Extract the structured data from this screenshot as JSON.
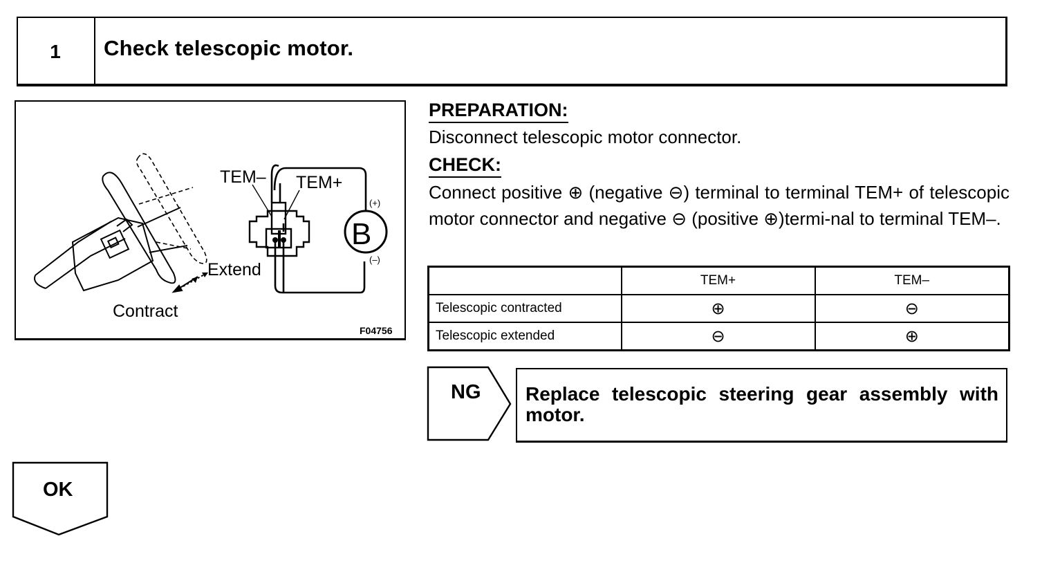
{
  "step": {
    "number": "1",
    "title": "Check telescopic motor."
  },
  "figure": {
    "labels": {
      "tem_minus": "TEM–",
      "tem_plus": "TEM+",
      "battery": "B",
      "battery_pos": "(+)",
      "battery_neg": "(–)",
      "extend": "Extend",
      "contract": "Contract"
    },
    "code": "F04756"
  },
  "preparation": {
    "heading": "PREPARATION:",
    "text": "Disconnect telescopic motor connector."
  },
  "check": {
    "heading": "CHECK:",
    "text": "Connect positive ⊕ (negative ⊖) terminal to terminal TEM+ of telescopic motor connector and negative ⊖ (positive ⊕)termi-nal to terminal TEM–."
  },
  "table": {
    "headers": [
      "",
      "TEM+",
      "TEM–"
    ],
    "rows": [
      {
        "label": "Telescopic contracted",
        "tem_plus": "⊕",
        "tem_minus": "⊖"
      },
      {
        "label": "Telescopic extended",
        "tem_plus": "⊖",
        "tem_minus": "⊕"
      }
    ]
  },
  "ng": {
    "label": "NG",
    "text": "Replace telescopic steering gear assembly with motor."
  },
  "ok": {
    "label": "OK"
  }
}
